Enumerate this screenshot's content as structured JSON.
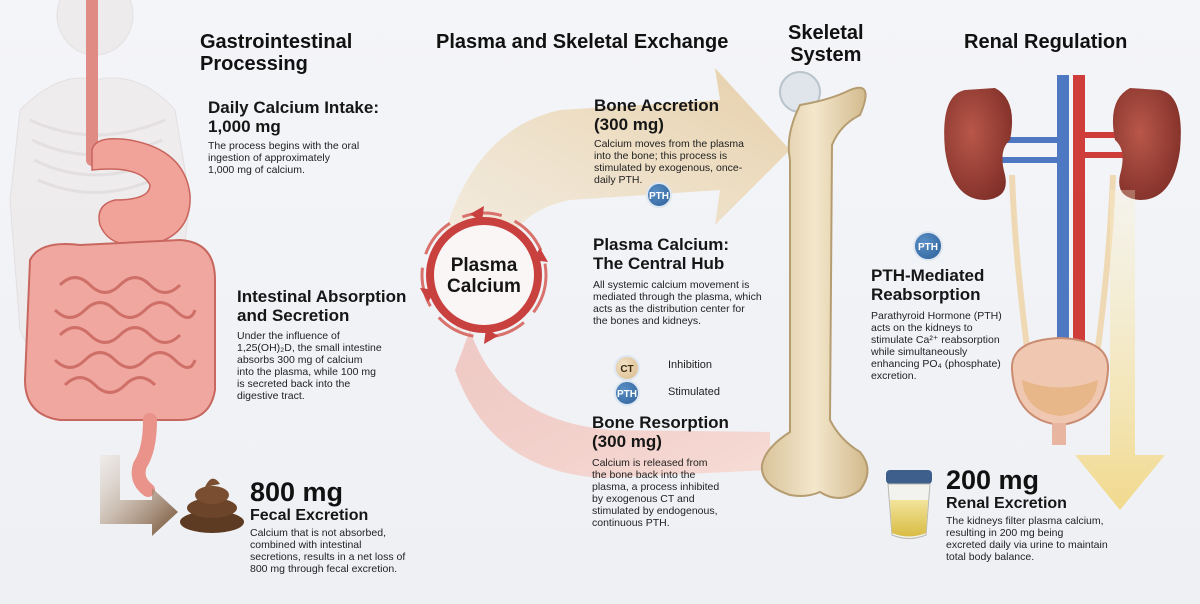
{
  "sections": {
    "gi_title": [
      "Gastrointestinal",
      "Processing"
    ],
    "plasma_title": "Plasma and Skeletal Exchange",
    "skeletal_title": [
      "Skeletal",
      "System"
    ],
    "renal_title": "Renal Regulation"
  },
  "intake": {
    "heading": [
      "Daily Calcium Intake:",
      "1,000 mg"
    ],
    "body": [
      "The process begins with the oral",
      "ingestion of approximately",
      "1,000 mg of calcium."
    ]
  },
  "absorption": {
    "heading": [
      "Intestinal Absorption",
      "and Secretion"
    ],
    "body": [
      "Under the influence of",
      "1,25(OH)₂D, the small intestine",
      "absorbs 300 mg of calcium",
      "into the plasma, while 100 mg",
      "is secreted back into the",
      "digestive tract."
    ]
  },
  "fecal": {
    "amount": "800 mg",
    "heading": "Fecal Excretion",
    "body": [
      "Calcium that is not absorbed,",
      "combined with intestinal",
      "secretions, results in a net loss of",
      "800 mg through fecal excretion."
    ]
  },
  "accretion": {
    "heading": [
      "Bone Accretion",
      "(300 mg)"
    ],
    "body": [
      "Calcium moves from the plasma",
      "into the bone; this process is",
      "stimulated by exogenous, once-",
      "daily PTH."
    ],
    "badge": "PTH"
  },
  "hub": {
    "label": [
      "Plasma",
      "Calcium"
    ],
    "heading": [
      "Plasma Calcium:",
      "The Central Hub"
    ],
    "body": [
      "All systemic calcium movement is",
      "mediated through the plasma, which",
      "acts as the distribution center for",
      "the bones and kidneys."
    ]
  },
  "legend": {
    "ct_badge": "CT",
    "ct_label": "Inhibition",
    "pth_badge": "PTH",
    "pth_label": "Stimulated"
  },
  "resorption": {
    "heading": [
      "Bone Resorption",
      "(300 mg)"
    ],
    "body": [
      "Calcium is released from",
      "the bone back into the",
      "plasma, a process inhibited",
      "by exogenous CT and",
      "stimulated by endogenous,",
      "continuous PTH."
    ]
  },
  "renal": {
    "badge": "PTH",
    "heading": [
      "PTH-Mediated",
      "Reabsorption"
    ],
    "body": [
      "Parathyroid Hormone (PTH)",
      "acts on the kidneys to",
      "stimulate Ca²⁺ reabsorption",
      "while simultaneously",
      "enhancing PO₄ (phosphate)",
      "excretion."
    ]
  },
  "renal_excretion": {
    "amount": "200 mg",
    "heading": "Renal Excretion",
    "body": [
      "The kidneys filter plasma calcium,",
      "resulting in 200 mg being",
      "excreted daily via urine to maintain",
      "total body balance."
    ]
  },
  "colors": {
    "accretion_arrow": "#e9d6b8",
    "resorption_arrow": "#f1c6c0",
    "hub_ring": "#c8413f",
    "pth_badge": "#2f6aa6",
    "bone": "#ead9b6"
  }
}
